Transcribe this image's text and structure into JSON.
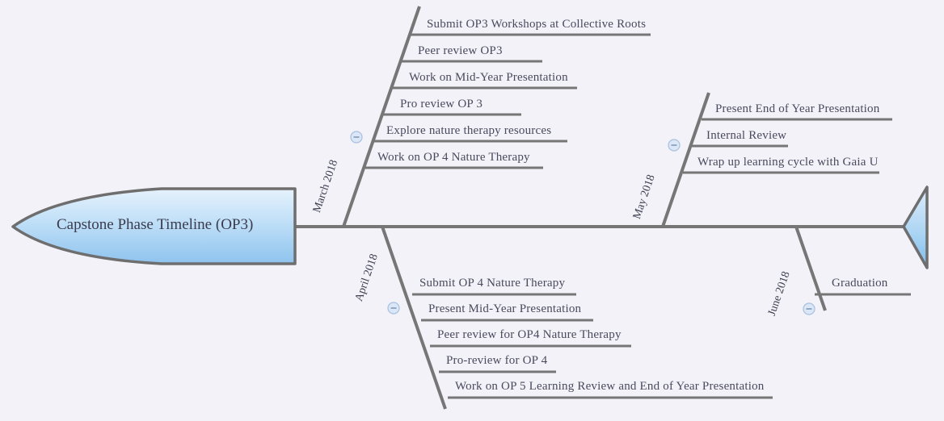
{
  "colors": {
    "background": "#f2f2f8",
    "line": "#767676",
    "text": "#4a4a5e",
    "head_fill_top": "#d9ecfb",
    "head_fill_bottom": "#8fc4ee",
    "head_stroke": "#6e6e6e",
    "collapse_fill": "#d8e6f7",
    "collapse_stroke": "#9bb8d8"
  },
  "head": {
    "title": "Capstone Phase Timeline (OP3)"
  },
  "icons": {
    "collapse": "⊖",
    "collapse_name": "collapse-minus-icon"
  },
  "branches": [
    {
      "id": "march-2018",
      "label": "March 2018",
      "side": "top",
      "items": [
        "Submit OP3 Workshops at Collective Roots",
        "Peer review OP3",
        "Work on Mid-Year Presentation",
        "Pro review OP 3",
        "Explore nature therapy resources",
        "Work on OP 4 Nature Therapy"
      ]
    },
    {
      "id": "april-2018",
      "label": "April 2018",
      "side": "bottom",
      "items": [
        "Submit OP 4 Nature Therapy",
        "Present Mid-Year Presentation",
        "Peer review for OP4 Nature Therapy",
        "Pro-review for OP 4",
        "Work on OP 5 Learning Review and End of Year Presentation"
      ]
    },
    {
      "id": "may-2018",
      "label": "May 2018",
      "side": "top",
      "items": [
        "Present End of Year Presentation",
        "Internal Review",
        "Wrap up learning cycle with Gaia U"
      ]
    },
    {
      "id": "june-2018",
      "label": "June 2018",
      "side": "bottom",
      "items": [
        "Graduation"
      ]
    }
  ]
}
